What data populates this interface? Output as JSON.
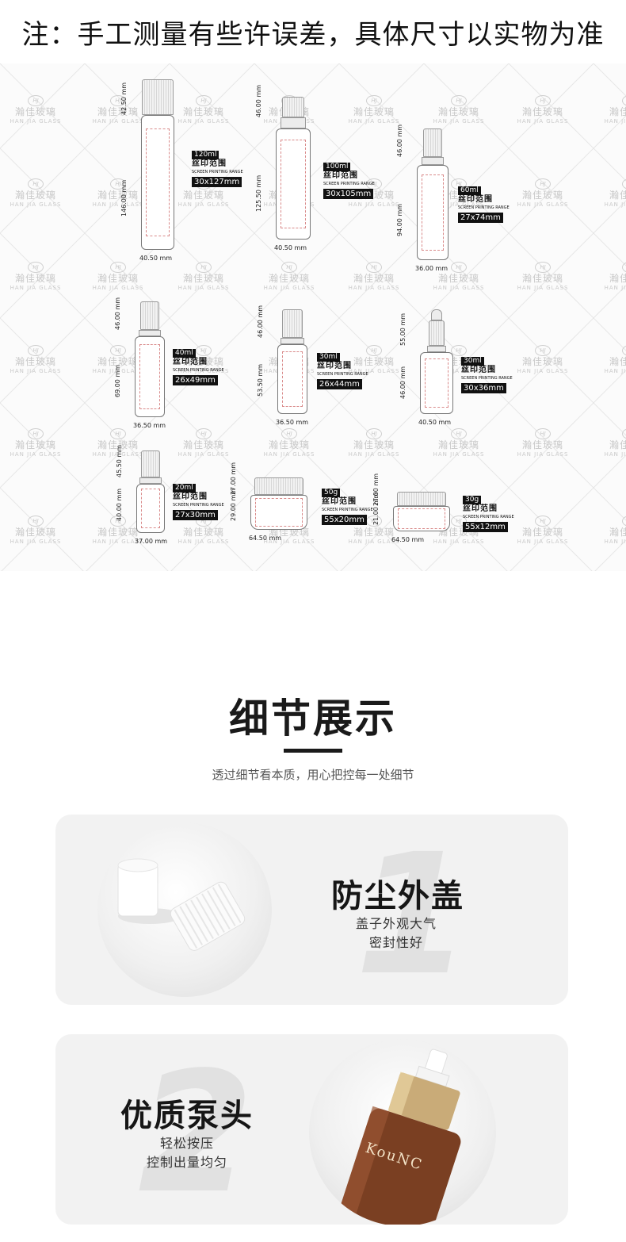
{
  "notice": "注：手工测量有些许误差，具体尺寸以实物为准",
  "watermark": {
    "cn": "瀚佳玻璃",
    "en": "HAN JIA GLASS",
    "logo": "HJ"
  },
  "specs": [
    {
      "capacity": "120ml",
      "print_cn": "丝印范围",
      "print_en": "SCREEN PRINTING RANGE",
      "print_size": "30x127mm",
      "height": "146.00 mm",
      "cap_height": "42.50 mm",
      "width": "40.50 mm"
    },
    {
      "capacity": "100ml",
      "print_cn": "丝印范围",
      "print_en": "SCREEN PRINTING RANGE",
      "print_size": "30x105mm",
      "height": "125.50 mm",
      "cap_height": "46.00 mm",
      "width": "40.50 mm"
    },
    {
      "capacity": "60ml",
      "print_cn": "丝印范围",
      "print_en": "SCREEN PRINTING RANGE",
      "print_size": "27x74mm",
      "height": "94.00 mm",
      "cap_height": "46.00 mm",
      "width": "36.00 mm"
    },
    {
      "capacity": "40ml",
      "print_cn": "丝印范围",
      "print_en": "SCREEN PRINTING RANGE",
      "print_size": "26x49mm",
      "height": "69.00 mm",
      "cap_height": "46.00 mm",
      "width": "36.50 mm"
    },
    {
      "capacity": "30ml",
      "print_cn": "丝印范围",
      "print_en": "SCREEN PRINTING RANGE",
      "print_size": "26x44mm",
      "height": "53.50 mm",
      "cap_height": "46.00 mm",
      "width": "36.50 mm"
    },
    {
      "capacity": "30ml",
      "print_cn": "丝印范围",
      "print_en": "SCREEN PRINTING RANGE",
      "print_size": "30x36mm",
      "height": "46.00 mm",
      "cap_height": "55.00 mm",
      "width": "40.50 mm"
    },
    {
      "capacity": "20ml",
      "print_cn": "丝印范围",
      "print_en": "SCREEN PRINTING RANGE",
      "print_size": "27x30mm",
      "height": "40.00 mm",
      "cap_height": "45.50 mm",
      "width": "37.00 mm"
    },
    {
      "capacity": "50g",
      "print_cn": "丝印范围",
      "print_en": "SCREEN PRINTING RANGE",
      "print_size": "55x20mm",
      "height": "29.00 mm",
      "cap_height": "27.00 mm",
      "width": "64.50 mm"
    },
    {
      "capacity": "30g",
      "print_cn": "丝印范围",
      "print_en": "SCREEN PRINTING RANGE",
      "print_size": "55x12mm",
      "height": "21.00 mm",
      "cap_height": "27.00 mm",
      "width": "64.50 mm"
    }
  ],
  "details": {
    "title": "细节展示",
    "subtitle": "透过细节看本质，用心把控每一处细节",
    "items": [
      {
        "number": "1",
        "title": "防尘外盖",
        "line1": "盖子外观大气",
        "line2": "密封性好"
      },
      {
        "number": "2",
        "title": "优质泵头",
        "line1": "轻松按压",
        "line2": "控制出量均匀",
        "brand": "KouNC"
      }
    ]
  }
}
